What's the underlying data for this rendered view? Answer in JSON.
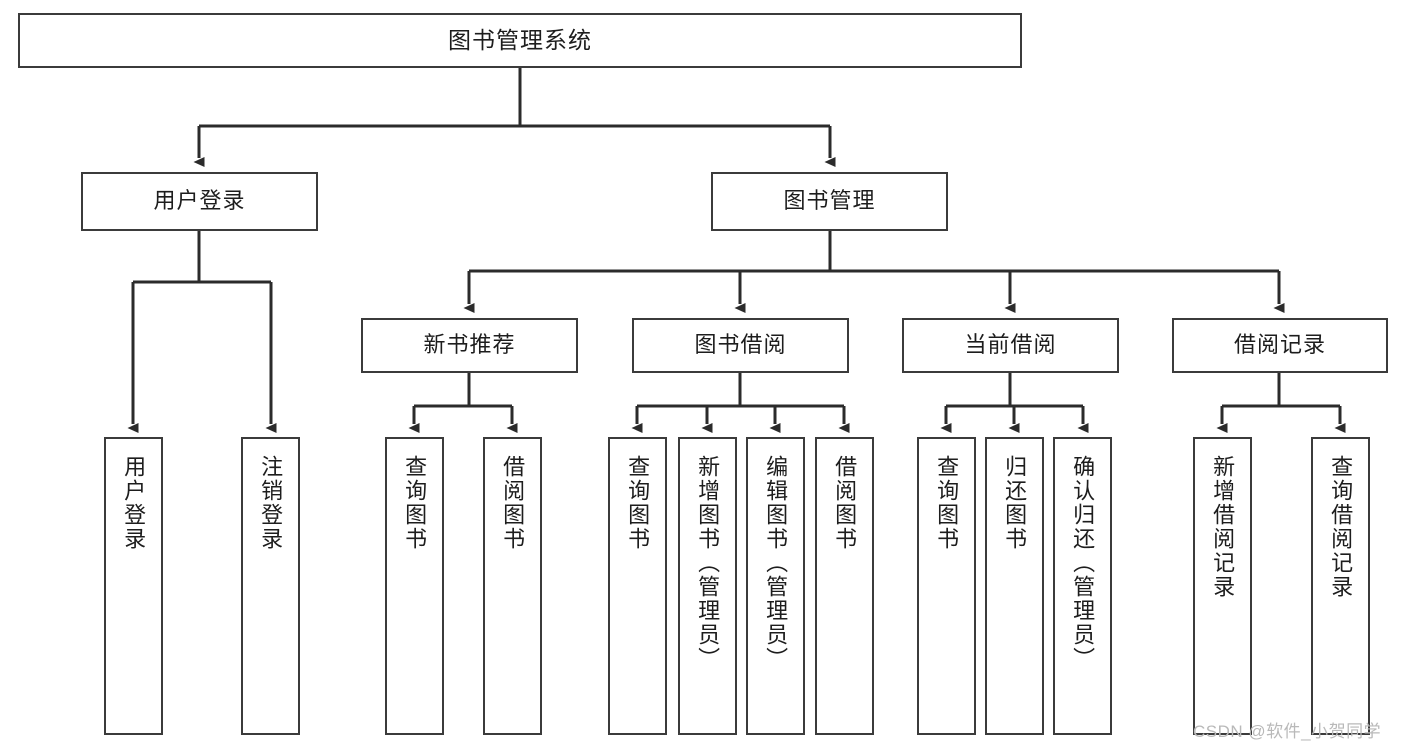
{
  "diagram": {
    "title": "图书管理系统",
    "type": "tree-hierarchy",
    "orientation": "top-down",
    "colors": {
      "box_border": "#3b3b3b",
      "box_fill": "#ffffff",
      "edge": "#2b2b2b",
      "text": "#1d1d1d",
      "watermark": "#b9b9b9"
    },
    "levels": {
      "root": {
        "label": "图书管理系统"
      },
      "level2": [
        {
          "label": "用户登录"
        },
        {
          "label": "图书管理"
        }
      ],
      "level3": [
        {
          "label": "新书推荐"
        },
        {
          "label": "图书借阅"
        },
        {
          "label": "当前借阅"
        },
        {
          "label": "借阅记录"
        }
      ],
      "leaves": {
        "user_login": [
          {
            "label": "用户登录"
          },
          {
            "label": "注销登录"
          }
        ],
        "new_book_recommend": [
          {
            "label": "查询图书"
          },
          {
            "label": "借阅图书"
          }
        ],
        "book_borrow": [
          {
            "label": "查询图书"
          },
          {
            "label": "新增图书（管理员）"
          },
          {
            "label": "编辑图书（管理员）"
          },
          {
            "label": "借阅图书"
          }
        ],
        "current_borrow": [
          {
            "label": "查询图书"
          },
          {
            "label": "归还图书"
          },
          {
            "label": "确认归还（管理员）"
          }
        ],
        "borrow_records": [
          {
            "label": "新增借阅记录"
          },
          {
            "label": "查询借阅记录"
          }
        ]
      }
    }
  },
  "watermark": {
    "text": "CSDN @软件_小贺同学"
  }
}
